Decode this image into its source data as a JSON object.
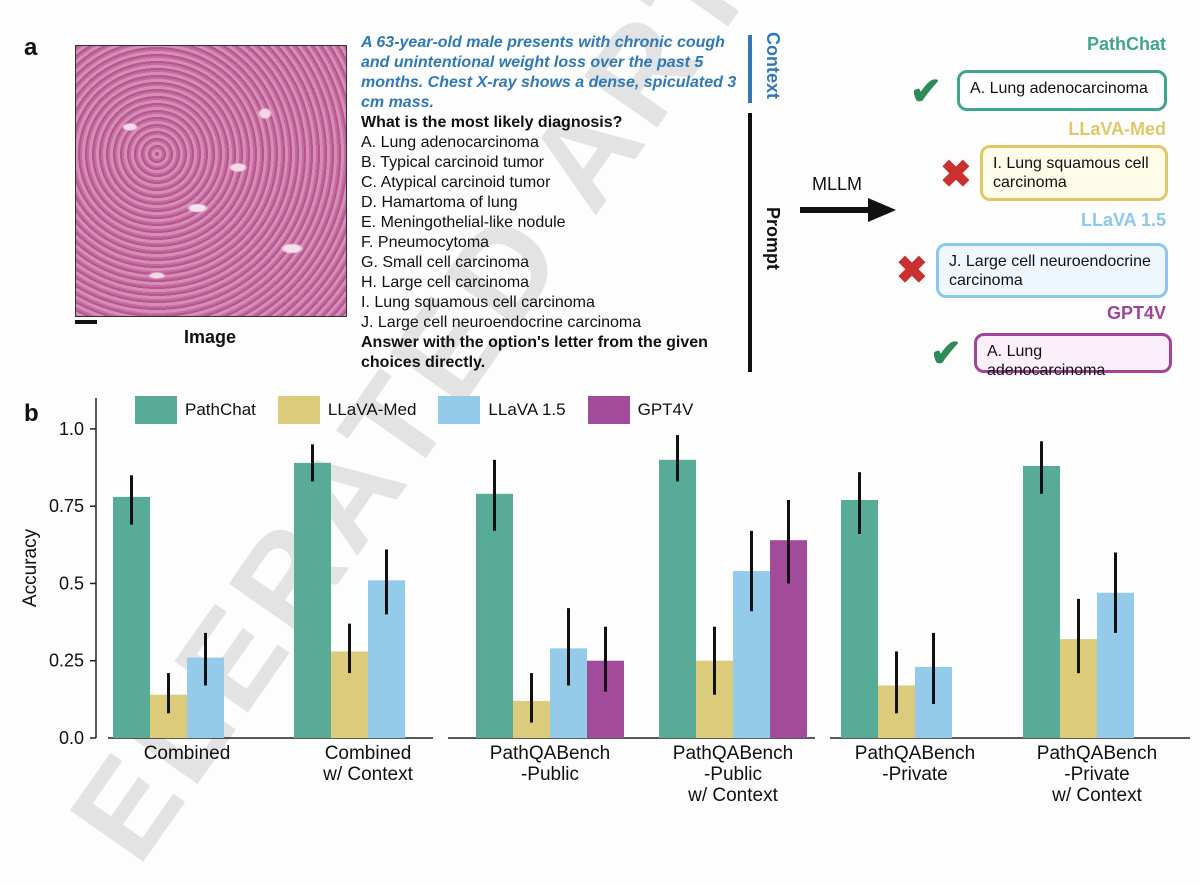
{
  "panel_a": {
    "letter": "a",
    "image_label": "Image",
    "context": "A 63-year-old male presents with chronic cough and unintentional weight loss over the past 5 months. Chest X-ray shows a dense, spiculated 3 cm mass.",
    "question": "What is the most likely diagnosis?",
    "options": [
      "A.  Lung adenocarcinoma",
      "B.  Typical carcinoid tumor",
      "C.  Atypical carcinoid tumor",
      "D.  Hamartoma of lung",
      "E.  Meningothelial-like nodule",
      "F.  Pneumocytoma",
      "G.  Small cell carcinoma",
      "H.  Large cell carcinoma",
      "I.   Lung squamous cell carcinoma",
      "J.  Large cell neuroendocrine carcinoma"
    ],
    "instruction": "Answer with the option's letter from the given choices directly.",
    "context_label": "Context",
    "prompt_label": "Prompt",
    "mllm_label": "MLLM",
    "responses": [
      {
        "model": "PathChat",
        "answer": "A. Lung adenocarcinoma",
        "correct": true,
        "color": "#3fa58c"
      },
      {
        "model": "LLaVA-Med",
        "answer": "I. Lung squamous cell carcinoma",
        "correct": false,
        "color": "#e0c86a"
      },
      {
        "model": "LLaVA 1.5",
        "answer": "J. Large cell neuroendocrine carcinoma",
        "correct": false,
        "color": "#8cc8ec"
      },
      {
        "model": "GPT4V",
        "answer": "A. Lung adenocarcinoma",
        "correct": true,
        "color": "#a1449a"
      }
    ],
    "check_glyph": "✔",
    "cross_glyph": "✖"
  },
  "panel_b": {
    "letter": "b"
  },
  "watermark": "ELERATED ARTICLE PREVIEW",
  "chart_data": {
    "type": "bar",
    "ylabel": "Accuracy",
    "ylim": [
      0,
      1.1
    ],
    "yticks": [
      0.0,
      0.25,
      0.5,
      0.75,
      1.0
    ],
    "ytick_labels": [
      "0.0",
      "0.25",
      "0.5",
      "0.75",
      "1.0"
    ],
    "legend_position": "top",
    "categories": [
      [
        "Combined"
      ],
      [
        "Combined",
        "w/ Context"
      ],
      [
        "PathQABench",
        "-Public"
      ],
      [
        "PathQABench",
        "-Public",
        "w/ Context"
      ],
      [
        "PathQABench",
        "-Private"
      ],
      [
        "PathQABench",
        "-Private",
        "w/ Context"
      ]
    ],
    "series": [
      {
        "name": "PathChat",
        "color": "#58ab97",
        "values": [
          0.78,
          0.89,
          0.79,
          0.9,
          0.77,
          0.88
        ],
        "err_low": [
          0.69,
          0.83,
          0.67,
          0.83,
          0.66,
          0.79
        ],
        "err_high": [
          0.85,
          0.95,
          0.9,
          0.98,
          0.86,
          0.96
        ]
      },
      {
        "name": "LLaVA-Med",
        "color": "#dccb7b",
        "values": [
          0.14,
          0.28,
          0.12,
          0.25,
          0.17,
          0.32
        ],
        "err_low": [
          0.08,
          0.21,
          0.05,
          0.14,
          0.08,
          0.21
        ],
        "err_high": [
          0.21,
          0.37,
          0.21,
          0.36,
          0.28,
          0.45
        ]
      },
      {
        "name": "LLaVA 1.5",
        "color": "#94cbea",
        "values": [
          0.26,
          0.51,
          0.29,
          0.54,
          0.23,
          0.47
        ],
        "err_low": [
          0.17,
          0.4,
          0.17,
          0.41,
          0.11,
          0.34
        ],
        "err_high": [
          0.34,
          0.61,
          0.42,
          0.67,
          0.34,
          0.6
        ]
      },
      {
        "name": "GPT4V",
        "color": "#a14b9a",
        "values": [
          null,
          null,
          0.25,
          0.64,
          null,
          null
        ],
        "err_low": [
          null,
          null,
          0.15,
          0.5,
          null,
          null
        ],
        "err_high": [
          null,
          null,
          0.36,
          0.77,
          null,
          null
        ]
      }
    ],
    "groups": [
      [
        0,
        1
      ],
      [
        2,
        3
      ],
      [
        4,
        5
      ]
    ],
    "grid": false
  }
}
